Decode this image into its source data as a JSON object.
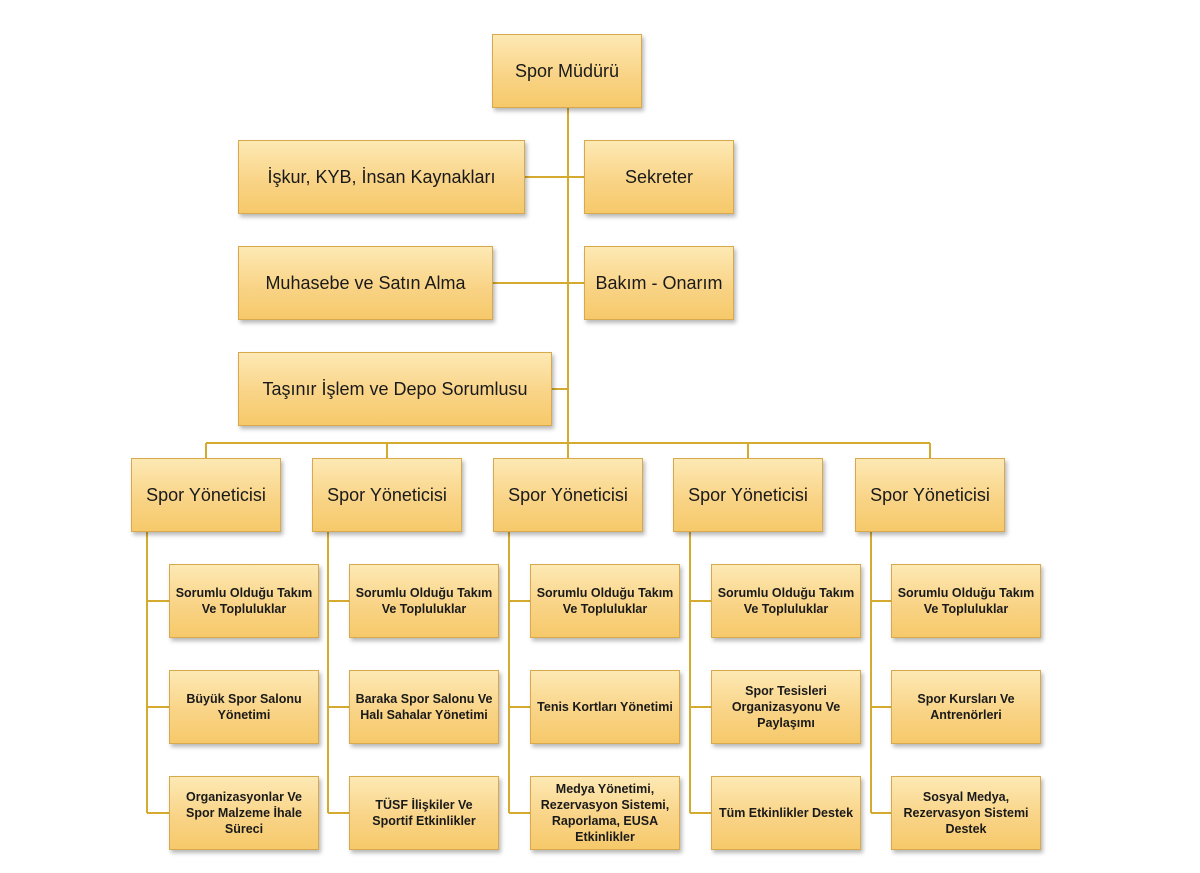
{
  "colors": {
    "box_fill_top": "#fde9b4",
    "box_fill_bottom": "#f6c96a",
    "box_border": "#d7a94c",
    "connector": "#d4aa2f",
    "text": "#1a1a1a"
  },
  "org": {
    "root": "Spor Müdürü",
    "staff": [
      {
        "label": "İşkur, KYB, İnsan Kaynakları"
      },
      {
        "label": "Sekreter"
      },
      {
        "label": "Muhasebe ve Satın Alma"
      },
      {
        "label": "Bakım - Onarım"
      },
      {
        "label": "Taşınır İşlem ve Depo Sorumlusu"
      }
    ],
    "managers": [
      {
        "label": "Spor Yöneticisi",
        "tasks": [
          "Sorumlu Olduğu Takım Ve Topluluklar",
          "Büyük Spor Salonu Yönetimi",
          "Organizasyonlar Ve Spor Malzeme İhale Süreci"
        ]
      },
      {
        "label": "Spor Yöneticisi",
        "tasks": [
          "Sorumlu Olduğu Takım Ve Topluluklar",
          "Baraka Spor Salonu Ve Halı Sahalar Yönetimi",
          "TÜSF İlişkiler Ve Sportif Etkinlikler"
        ]
      },
      {
        "label": "Spor Yöneticisi",
        "tasks": [
          "Sorumlu Olduğu Takım Ve Topluluklar",
          "Tenis Kortları Yönetimi",
          "Medya Yönetimi, Rezervasyon Sistemi, Raporlama, EUSA Etkinlikler"
        ]
      },
      {
        "label": "Spor Yöneticisi",
        "tasks": [
          "Sorumlu Olduğu Takım Ve Topluluklar",
          "Spor Tesisleri Organizasyonu Ve Paylaşımı",
          "Tüm Etkinlikler Destek"
        ]
      },
      {
        "label": "Spor Yöneticisi",
        "tasks": [
          "Sorumlu Olduğu Takım Ve Topluluklar",
          "Spor Kursları Ve Antrenörleri",
          "Sosyal Medya, Rezervasyon Sistemi Destek"
        ]
      }
    ]
  }
}
